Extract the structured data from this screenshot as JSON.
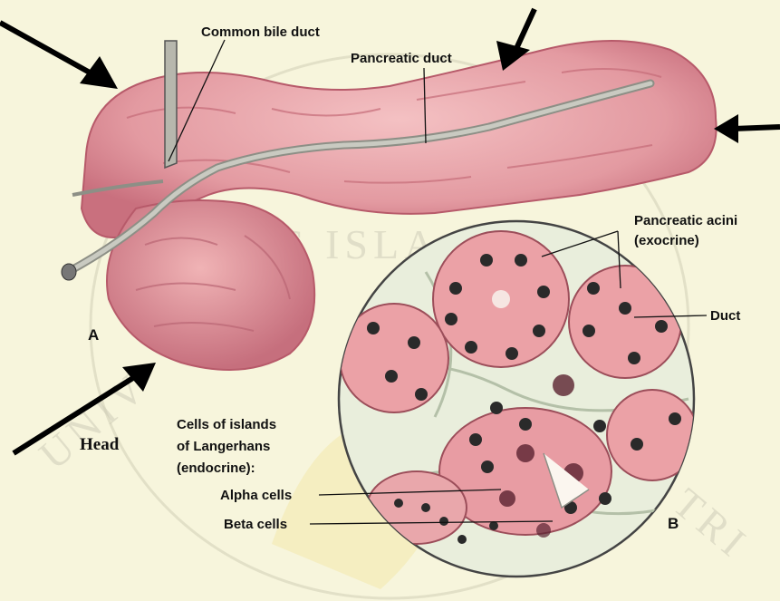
{
  "labels": {
    "common_bile_duct": "Common bile duct",
    "pancreatic_duct": "Pancreatic duct",
    "pancreatic_acini_line1": "Pancreatic acini",
    "pancreatic_acini_line2": "(exocrine)",
    "duct": "Duct",
    "islets_line1": "Cells of islands",
    "islets_line2": "of Langerhans",
    "islets_line3": "(endocrine):",
    "alpha_cells": "Alpha cells",
    "beta_cells": "Beta cells",
    "head": "Head",
    "panel_a": "A",
    "panel_b": "B"
  },
  "colors": {
    "background": "#f7f5dc",
    "pancreas_tissue": "#e8a3a8",
    "pancreas_shadow": "#c56b78",
    "duct": "#a9aaa0",
    "acini_cell": "#eba1a6",
    "nucleus": "#2a2a2a",
    "watermark_gold": "#f0e39a"
  },
  "icons": {
    "arrows": [
      "arrow-top-left-icon",
      "arrow-top-center-icon",
      "arrow-right-icon",
      "arrow-bottom-left-icon"
    ]
  }
}
